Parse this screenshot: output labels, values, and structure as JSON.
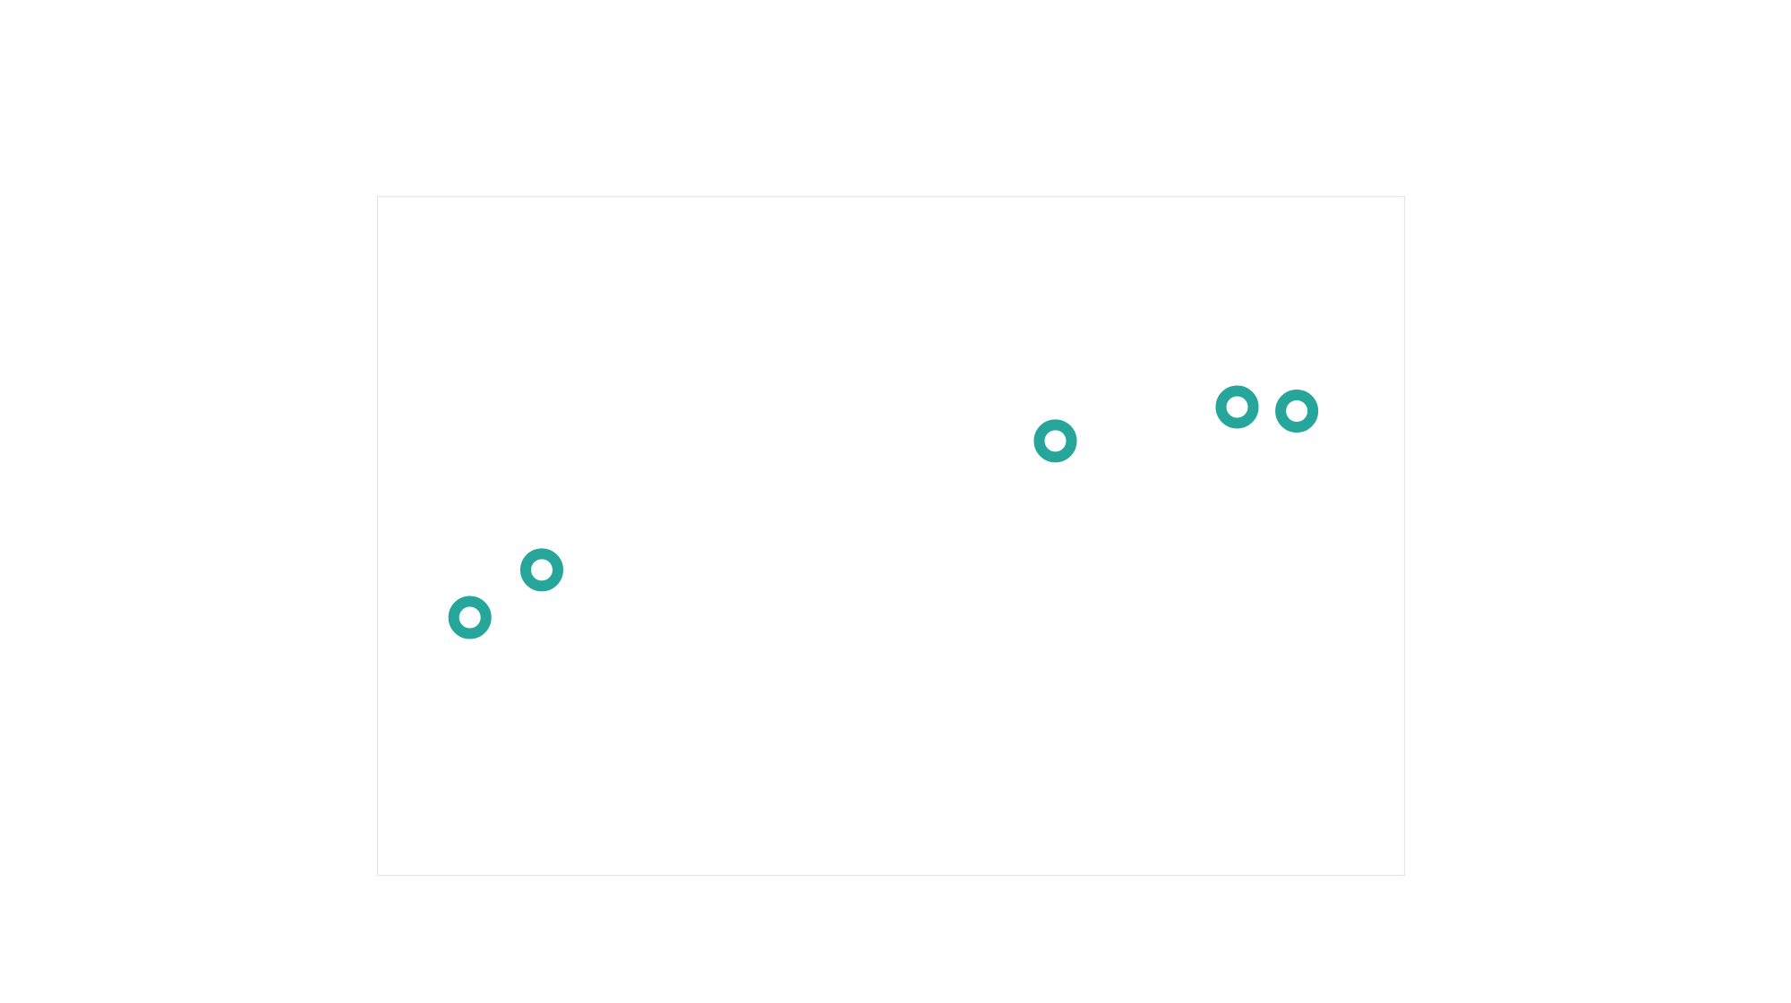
{
  "chart_data": {
    "type": "scatter",
    "title": "",
    "xlabel": "",
    "ylabel": "",
    "xlim": [
      0,
      100
    ],
    "ylim": [
      0,
      100
    ],
    "grid": false,
    "series": [
      {
        "color": "#26a69a",
        "marker": "ring",
        "points": [
          {
            "x": 9,
            "y": 38
          },
          {
            "x": 16,
            "y": 45
          },
          {
            "x": 66,
            "y": 64
          },
          {
            "x": 83.7,
            "y": 69
          },
          {
            "x": 89.5,
            "y": 68.4
          }
        ]
      }
    ]
  }
}
